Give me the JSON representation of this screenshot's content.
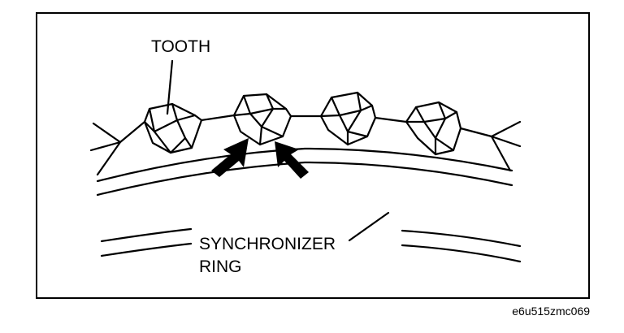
{
  "labels": {
    "tooth": "TOOTH",
    "synchronizer_line1": "SYNCHRONIZER",
    "synchronizer_line2": "RING",
    "figure_id": "e6u515zmc069"
  },
  "colors": {
    "stroke": "#000000",
    "background": "#ffffff"
  }
}
